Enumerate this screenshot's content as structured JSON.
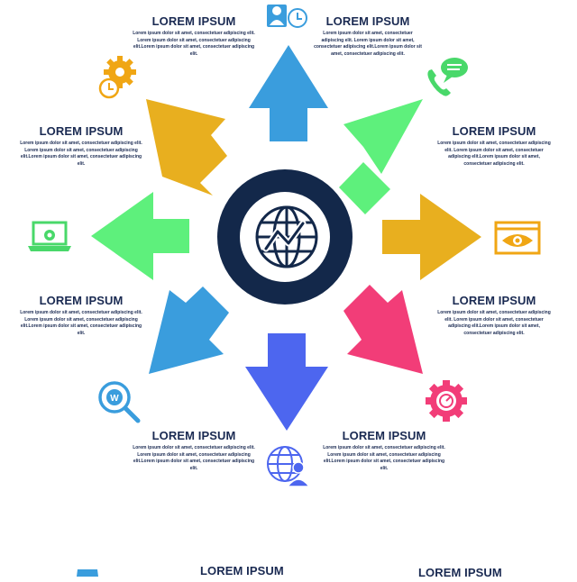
{
  "colors": {
    "navy": "#13284a",
    "blue": "#3a9ddd",
    "green": "#5ef07c",
    "orange": "#e8af1f",
    "pink": "#f23d78",
    "indigo": "#4d66ef",
    "icon_blue": "#3a9ddd",
    "icon_green": "#49d86a",
    "icon_orange": "#f0a614",
    "icon_pink": "#f23d78"
  },
  "blocks": [
    {
      "id": "top-left",
      "title": "LOREM IPSUM",
      "body": "Lorem ipsum dolor sit amet, consectetuer adipiscing elit. Lorem ipsum dolor sit amet, consectetuer adipiscing elit.Lorem ipsum dolor sit amet, consectetuer adipiscing elit."
    },
    {
      "id": "top-right",
      "title": "LOREM IPSUM",
      "body": "Lorem ipsum dolor sit amet, consectetuer adipiscing elit. Lorem ipsum dolor sit amet, consectetuer adipiscing elit.Lorem ipsum dolor sit amet, consectetuer adipiscing elit."
    },
    {
      "id": "upper-left",
      "title": "LOREM IPSUM",
      "body": "Lorem ipsum dolor sit amet, consectetuer adipiscing elit. Lorem ipsum dolor sit amet, consectetuer adipiscing elit.Lorem ipsum dolor sit amet, consectetuer adipiscing elit."
    },
    {
      "id": "upper-right",
      "title": "LOREM IPSUM",
      "body": "Lorem ipsum dolor sit amet, consectetuer adipiscing elit. Lorem ipsum dolor sit amet, consectetuer adipiscing elit.Lorem ipsum dolor sit amet, consectetuer adipiscing elit."
    },
    {
      "id": "lower-left",
      "title": "LOREM IPSUM",
      "body": "Lorem ipsum dolor sit amet, consectetuer adipiscing elit. Lorem ipsum dolor sit amet, consectetuer adipiscing elit.Lorem ipsum dolor sit amet, consectetuer adipiscing elit."
    },
    {
      "id": "lower-right",
      "title": "LOREM IPSUM",
      "body": "Lorem ipsum dolor sit amet, consectetuer adipiscing elit. Lorem ipsum dolor sit amet, consectetuer adipiscing elit.Lorem ipsum dolor sit amet, consectetuer adipiscing elit."
    },
    {
      "id": "bottom-left",
      "title": "LOREM IPSUM",
      "body": "Lorem ipsum dolor sit amet, consectetuer adipiscing elit. Lorem ipsum dolor sit amet, consectetuer adipiscing elit.Lorem ipsum dolor sit amet, consectetuer adipiscing elit."
    },
    {
      "id": "bottom-right",
      "title": "LOREM IPSUM",
      "body": "Lorem ipsum dolor sit amet, consectetuer adipiscing elit. Lorem ipsum dolor sit amet, consectetuer adipiscing elit.Lorem ipsum dolor sit amet, consectetuer adipiscing elit."
    },
    {
      "id": "footer-left",
      "title": "LOREM IPSUM",
      "body": ""
    },
    {
      "id": "footer-right",
      "title": "LOREM IPSUM",
      "body": ""
    }
  ],
  "icons": {
    "top_left": "user-clock-icon",
    "top_right": "phone-chat-icon",
    "upper_left": "gear-clock-icon",
    "right": "browser-eye-icon",
    "left": "laptop-gear-icon",
    "lower_left": "magnifier-target-icon",
    "lower_right": "gear-dashboard-icon",
    "bottom": "globe-user-icon",
    "center": "globe-chart-icon"
  }
}
